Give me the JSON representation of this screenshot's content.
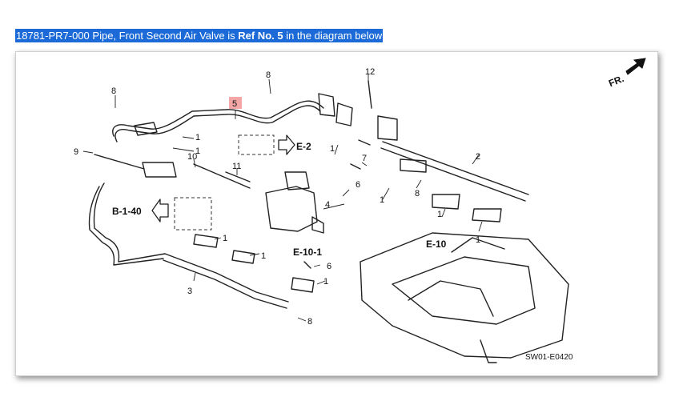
{
  "caption": {
    "part": "18781-PR7-000 Pipe, Front Second Air Valve is ",
    "ref": "Ref No. 5",
    "suffix": " in the diagram below"
  },
  "highlight_color": "#f2a6a6",
  "diagram": {
    "code": "SW01-E0420",
    "front_label": "FR.",
    "refs": {
      "e2": "E-2",
      "b140": "B-1-40",
      "e10": "E-10",
      "e101": "E-10-1"
    },
    "callouts": {
      "c1a": "1",
      "c1b": "1",
      "c1c": "1",
      "c1d": "1",
      "c1e": "1",
      "c1f": "1",
      "c1g": "1",
      "c1h": "1",
      "c1i": "1",
      "c2": "2",
      "c3": "3",
      "c4": "4",
      "c5": "5",
      "c6a": "6",
      "c6b": "6",
      "c7": "7",
      "c8a": "8",
      "c8b": "8",
      "c8c": "8",
      "c8d": "8",
      "c9": "9",
      "c10": "10",
      "c11": "11",
      "c12": "12"
    }
  }
}
